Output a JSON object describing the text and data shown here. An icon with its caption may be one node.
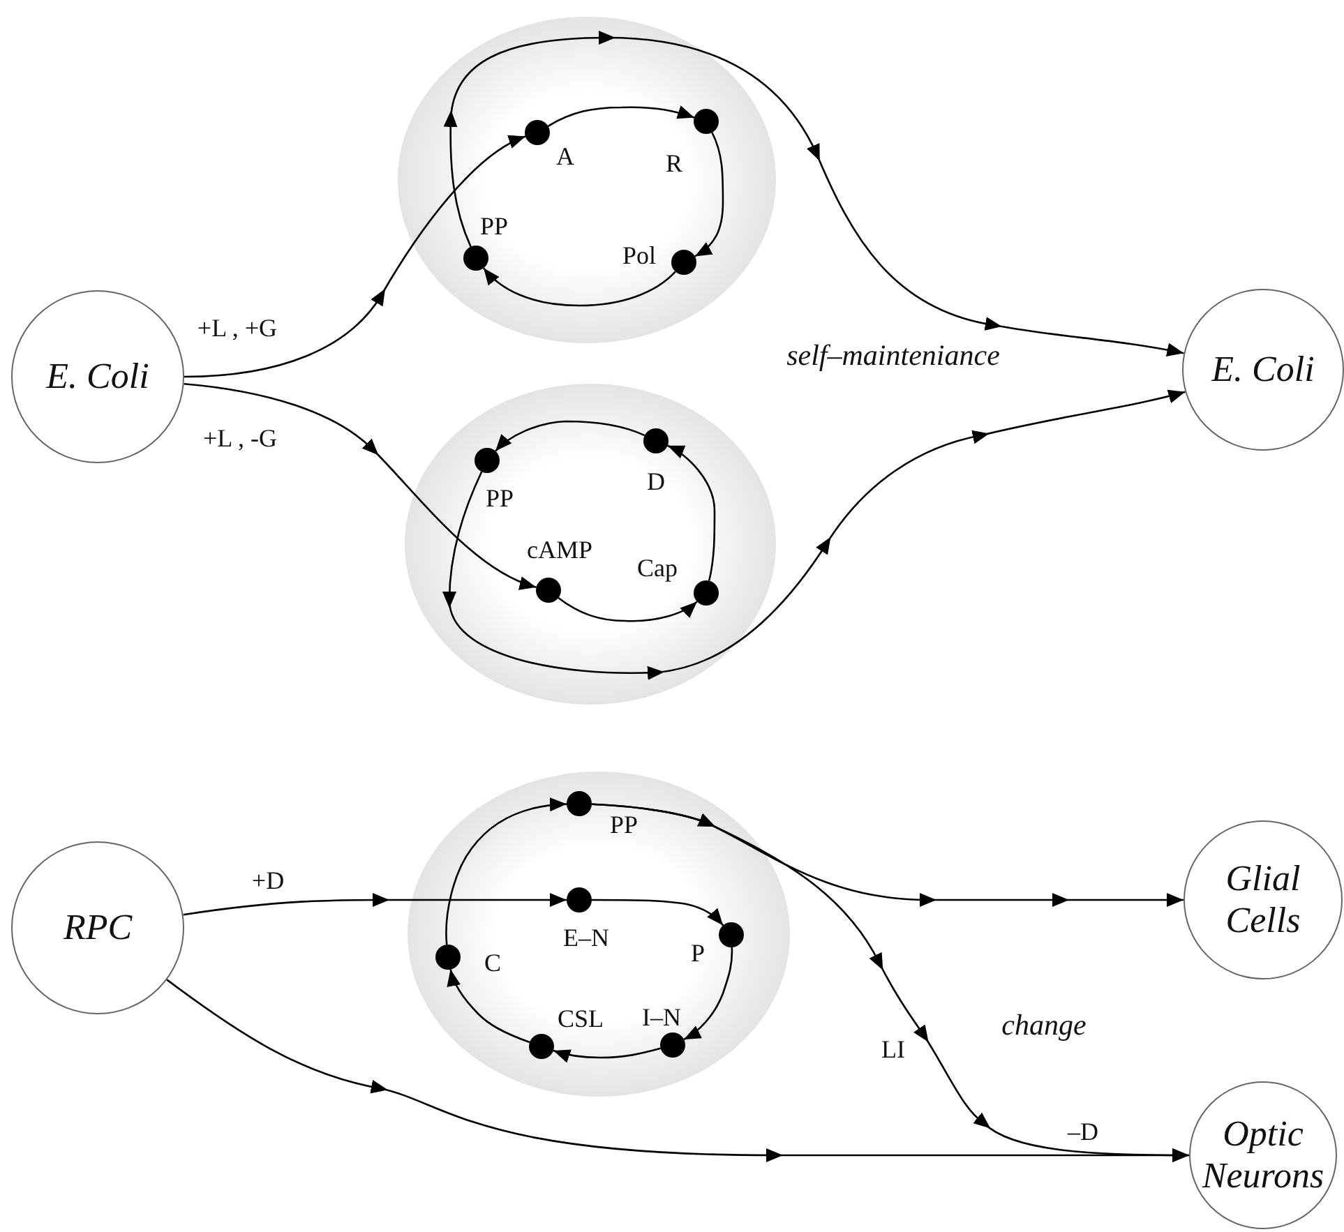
{
  "diagram": {
    "nodes": [
      {
        "text": [
          "E. Coli"
        ]
      },
      {
        "text": [],
        "shape": "ellipse"
      },
      {
        "text": [
          "A"
        ],
        "in": 1
      },
      {
        "text": [
          "R"
        ],
        "in": 1
      },
      {
        "text": [
          "Pol"
        ],
        "in": 1
      },
      {
        "text": [
          "PP"
        ],
        "in": 1
      },
      {
        "text": [],
        "shape": "ellipse"
      },
      {
        "text": [
          "PP"
        ],
        "in": 6
      },
      {
        "text": [
          "D"
        ],
        "in": 6
      },
      {
        "text": [
          "cAMP"
        ],
        "in": 6
      },
      {
        "text": [
          "Cap"
        ],
        "in": 6
      },
      {
        "text": [
          "E. Coli"
        ]
      },
      {
        "text": [
          "RPC"
        ]
      },
      {
        "text": [],
        "shape": "ellipse"
      },
      {
        "text": [
          "PP"
        ],
        "in": 13
      },
      {
        "text": [
          "E–N"
        ],
        "in": 13
      },
      {
        "text": [
          "P"
        ],
        "in": 13
      },
      {
        "text": [
          "C"
        ],
        "in": 13
      },
      {
        "text": [
          "CSL"
        ],
        "in": 13
      },
      {
        "text": [
          "I–N"
        ],
        "in": 13
      },
      {
        "text": [
          "Glial Cells"
        ]
      },
      {
        "text": [
          "Optic Neurons"
        ]
      }
    ],
    "edges": [
      {
        "from": 0,
        "to": 2,
        "arrow": "to",
        "label": "+L , +G"
      },
      {
        "from": 2,
        "to": 3,
        "arrow": "to"
      },
      {
        "from": 3,
        "to": 4,
        "arrow": "to"
      },
      {
        "from": 4,
        "to": 5,
        "arrow": "to"
      },
      {
        "from": 5,
        "to": 11,
        "arrow": "to"
      },
      {
        "from": 0,
        "to": 9,
        "arrow": "to",
        "label": "+L , -G"
      },
      {
        "from": 9,
        "to": 10,
        "arrow": "to"
      },
      {
        "from": 10,
        "to": 8,
        "arrow": "to"
      },
      {
        "from": 8,
        "to": 7,
        "arrow": "to"
      },
      {
        "from": 7,
        "to": 11,
        "arrow": "to"
      },
      {
        "from": 12,
        "to": 15,
        "arrow": "to",
        "label": "+D"
      },
      {
        "from": 15,
        "to": 16,
        "arrow": "to"
      },
      {
        "from": 16,
        "to": 19,
        "arrow": "to"
      },
      {
        "from": 19,
        "to": 18,
        "arrow": "to"
      },
      {
        "from": 18,
        "to": 17,
        "arrow": "to"
      },
      {
        "from": 17,
        "to": 14,
        "arrow": "to"
      },
      {
        "from": 14,
        "to": 20,
        "arrow": "to"
      },
      {
        "from": 14,
        "to": 21,
        "arrow": "to",
        "label": "LI"
      },
      {
        "from": 12,
        "to": 21,
        "arrow": "to",
        "label": "–D"
      }
    ],
    "labels": [
      "self–mainteniance",
      "change"
    ]
  }
}
